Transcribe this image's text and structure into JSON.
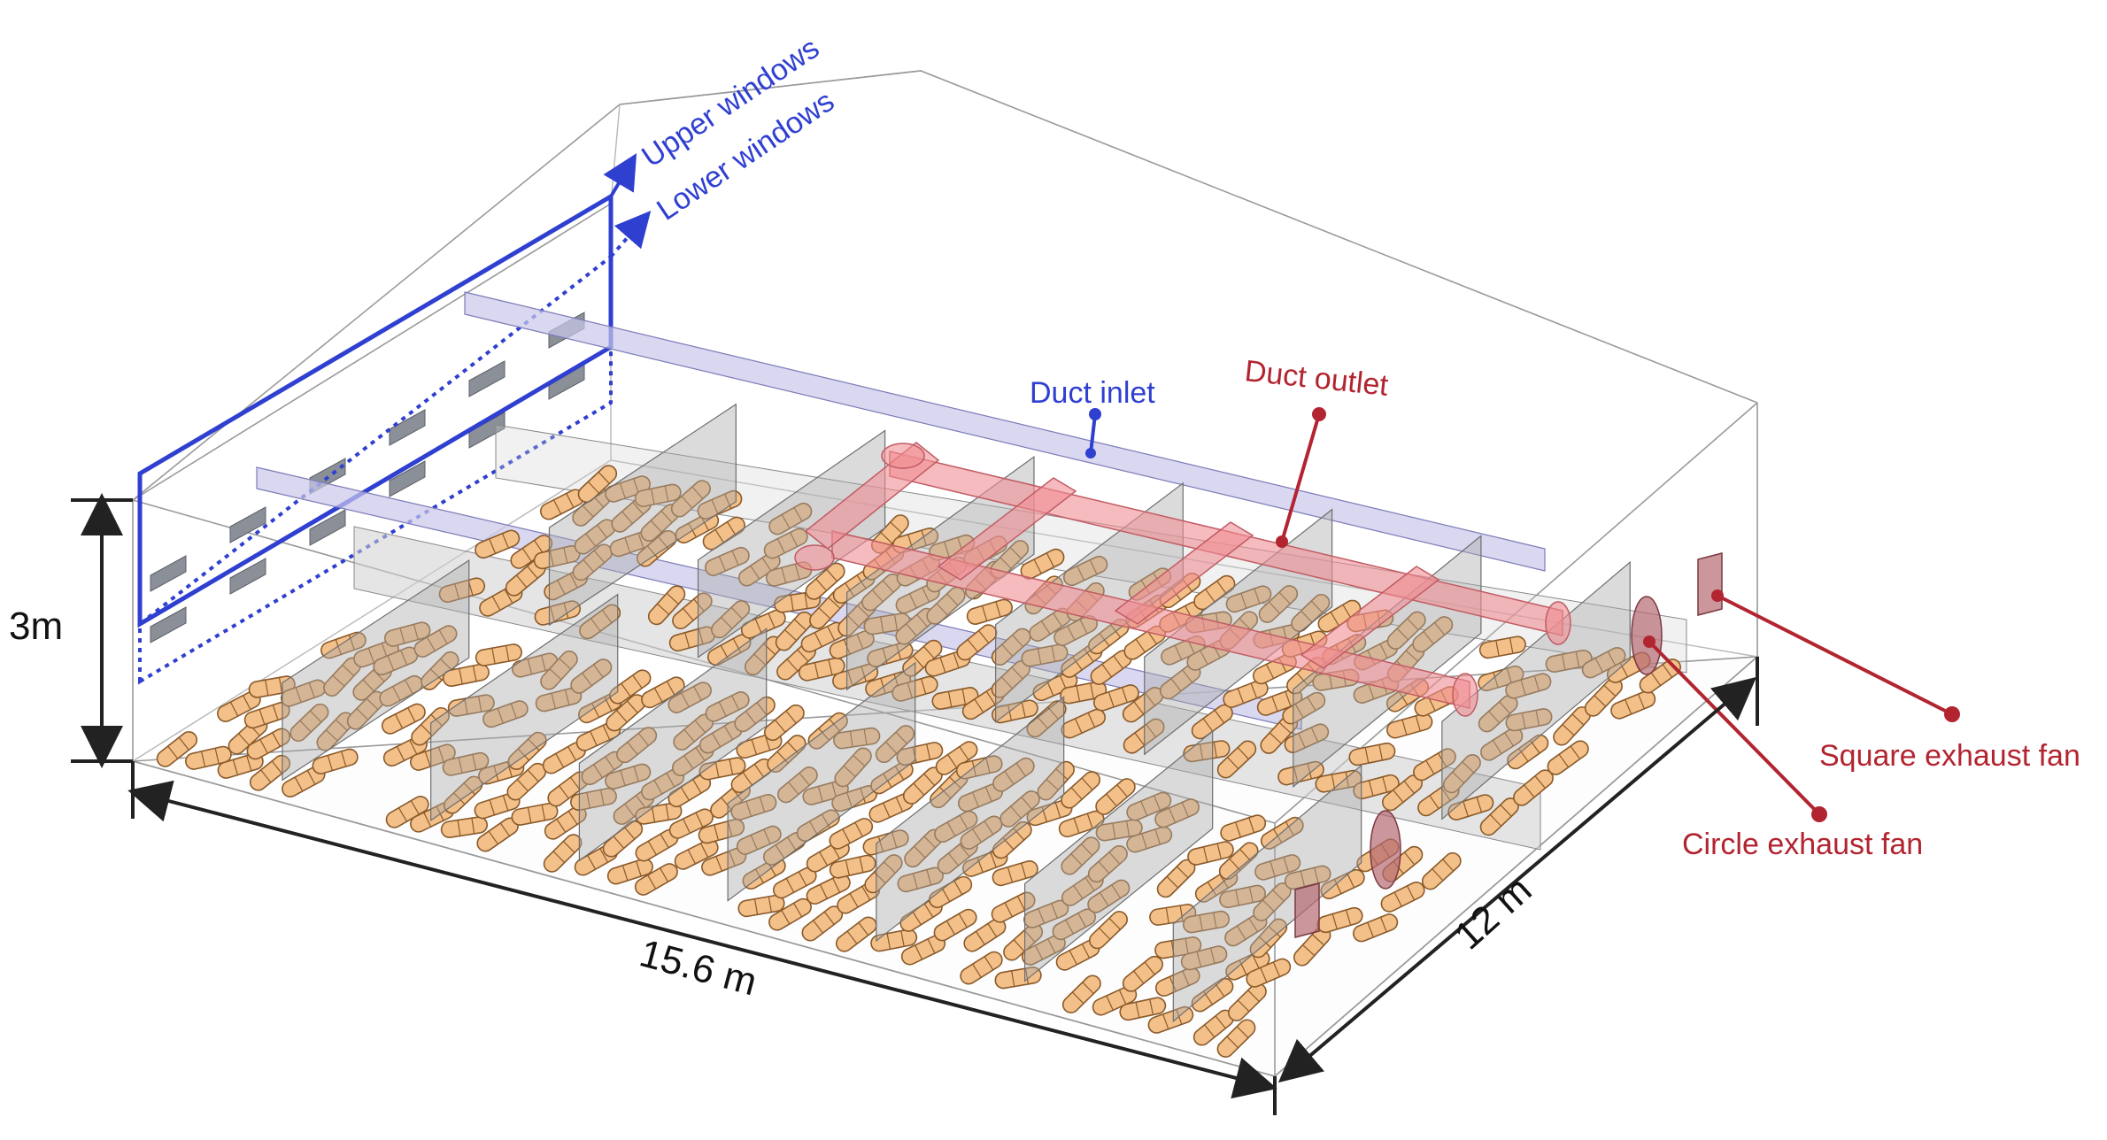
{
  "labels": {
    "upper_windows": "Upper windows",
    "lower_windows": "Lower windows",
    "duct_inlet": "Duct inlet",
    "duct_outlet": "Duct outlet",
    "square_exhaust_fan": "Square exhaust fan",
    "circle_exhaust_fan": "Circle exhaust fan"
  },
  "dimensions": {
    "height": "3m",
    "length": "15.6 m",
    "width": "12 m"
  },
  "colors": {
    "inlet_blue": "#2f3fd0",
    "outlet_red": "#b22430",
    "pig_fill": "#f3c08a",
    "duct_outlet_fill": "#f08d92",
    "duct_inlet_fill": "#c9c7ea"
  }
}
